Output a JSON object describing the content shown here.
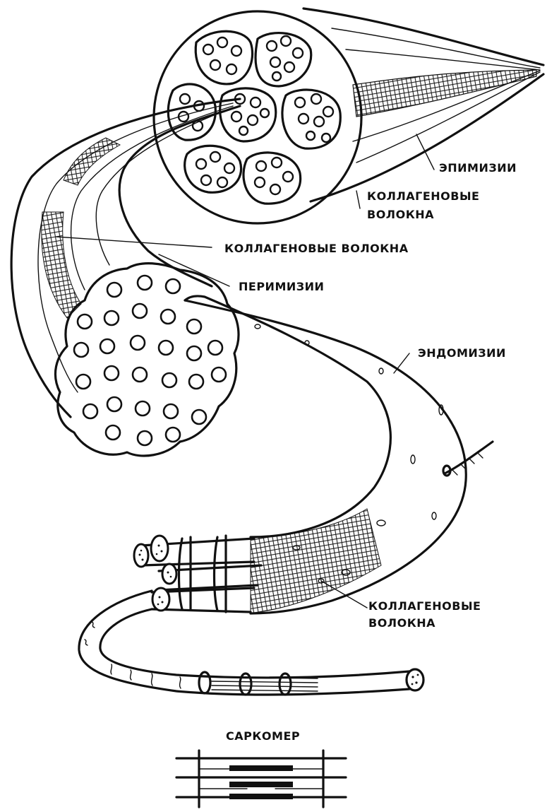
{
  "labels": {
    "epimysium": "ЭПИМИЗИИ",
    "collagen_top_1": "КОЛЛАГЕНОВЫЕ",
    "collagen_top_2": "ВОЛОКНА",
    "collagen_mid": "КОЛЛАГЕНОВЫЕ ВОЛОКНА",
    "perimysium": "ПЕРИМИЗИИ",
    "endomysium": "ЭНДОМИЗИИ",
    "collagen_bottom_1": "КОЛЛАГЕНОВЫЕ",
    "collagen_bottom_2": "ВОЛОКНА",
    "sarcomere": "САРКОМЕР"
  }
}
